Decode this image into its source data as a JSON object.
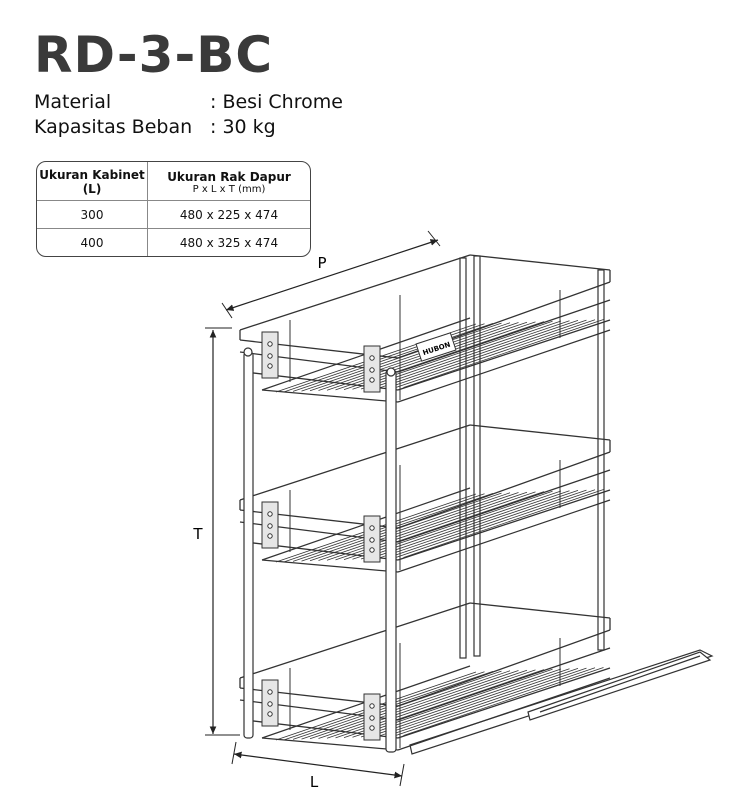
{
  "title": "RD-3-BC",
  "specs": [
    {
      "label": "Material",
      "value": ": Besi Chrome"
    },
    {
      "label": "Kapasitas Beban",
      "value": ": 30 kg"
    }
  ],
  "table": {
    "col1_header": "Ukuran Kabinet (L)",
    "col2_header": "Ukuran Rak Dapur",
    "col2_sub": "P x L x T (mm)",
    "rows": [
      {
        "cabinet": "300",
        "size": "480 x 225 x 474"
      },
      {
        "cabinet": "400",
        "size": "480 x 325 x 474"
      }
    ]
  },
  "diagram": {
    "dim_p": "P",
    "dim_t": "T",
    "dim_l": "L",
    "brand_tag": "HUBON"
  }
}
